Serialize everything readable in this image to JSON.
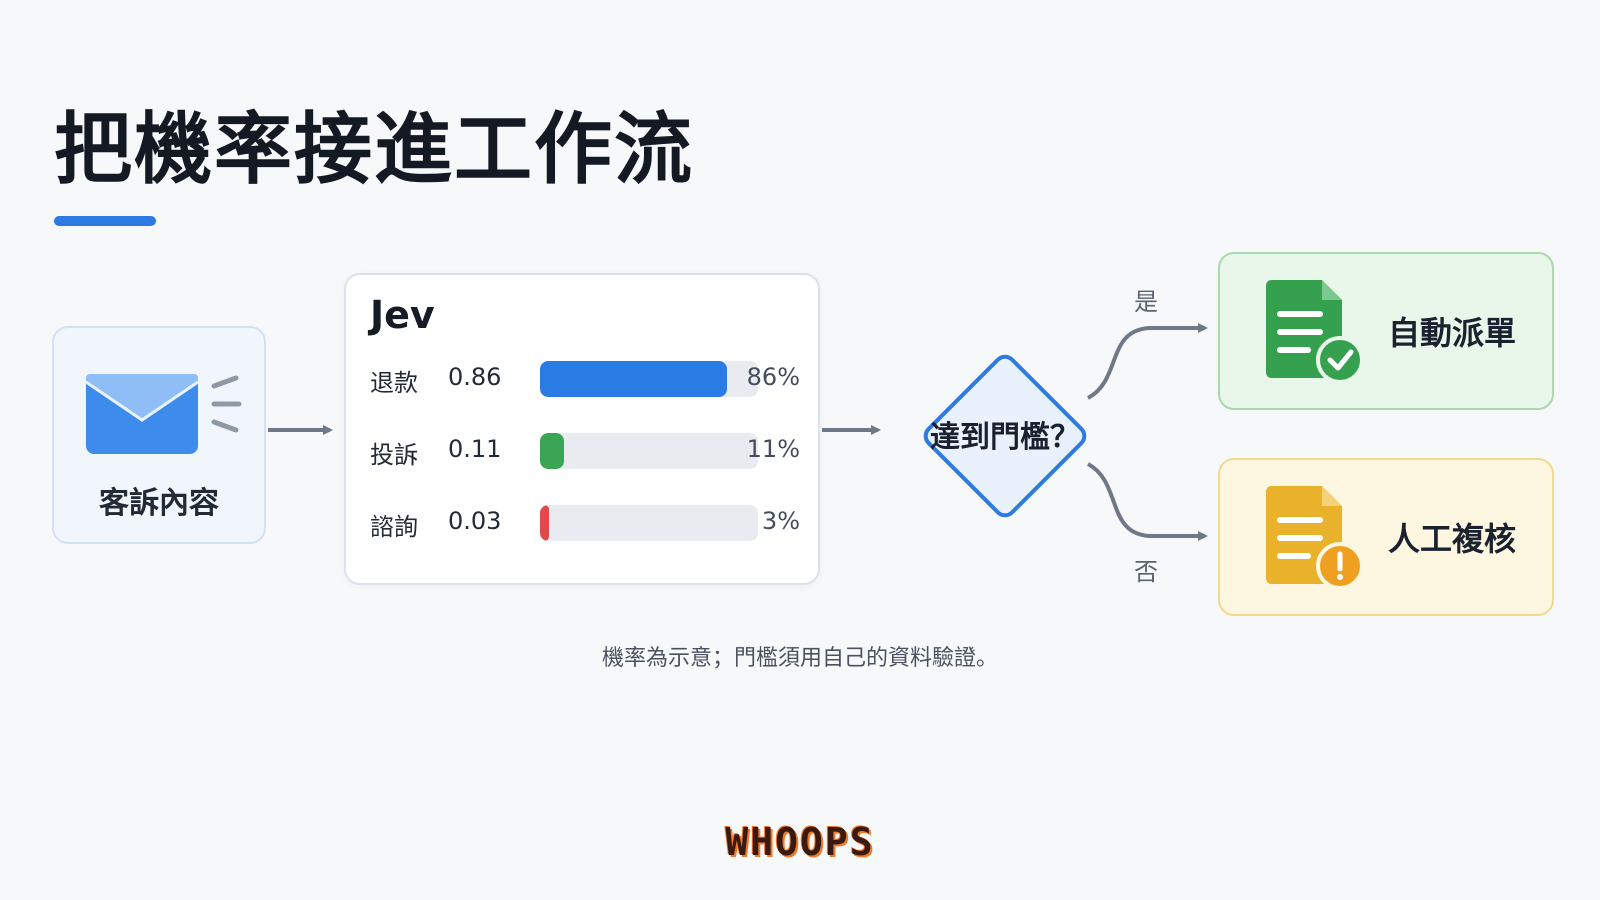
{
  "title": "把機率接進工作流",
  "input": {
    "label": "客訴內容",
    "icon": "envelope-icon"
  },
  "classifier": {
    "title": "Jev",
    "rows": [
      {
        "label": "退款",
        "value": "0.86",
        "percent": "86%",
        "fraction": 0.86,
        "color": "#2a7be4"
      },
      {
        "label": "投訴",
        "value": "0.11",
        "percent": "11%",
        "fraction": 0.11,
        "color": "#3aa655"
      },
      {
        "label": "諮詢",
        "value": "0.03",
        "percent": "3%",
        "fraction": 0.03,
        "color": "#e04a4a"
      }
    ]
  },
  "decision": {
    "label": "達到門檻？"
  },
  "branches": {
    "yes": "是",
    "no": "否"
  },
  "outcomes": {
    "auto": {
      "label": "自動派單",
      "icon": "document-check-icon",
      "color": "#35a14f"
    },
    "manual": {
      "label": "人工複核",
      "icon": "document-warning-icon",
      "color": "#eab12a"
    }
  },
  "footnote": "機率為示意；門檻須用自己的資料驗證。",
  "logo": "WHOOPS",
  "colors": {
    "accent": "#2d7ae3"
  }
}
